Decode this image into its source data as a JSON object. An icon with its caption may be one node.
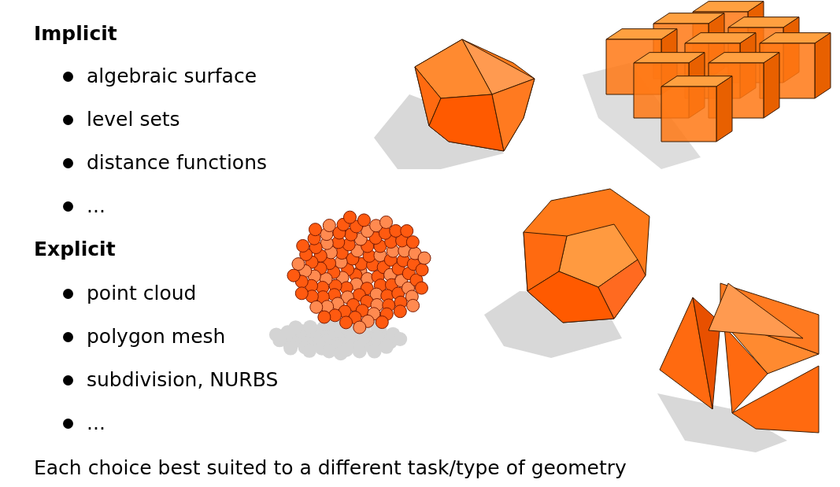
{
  "diagram": {
    "labels": [
      "Implicit",
      "algebraic surface",
      "level sets",
      "distance functions",
      "...",
      "Explicit",
      "point cloud",
      "polygon mesh",
      "subdivision, NURBS",
      "...",
      "Each choice best suited to a different task/type of geometry"
    ]
  }
}
